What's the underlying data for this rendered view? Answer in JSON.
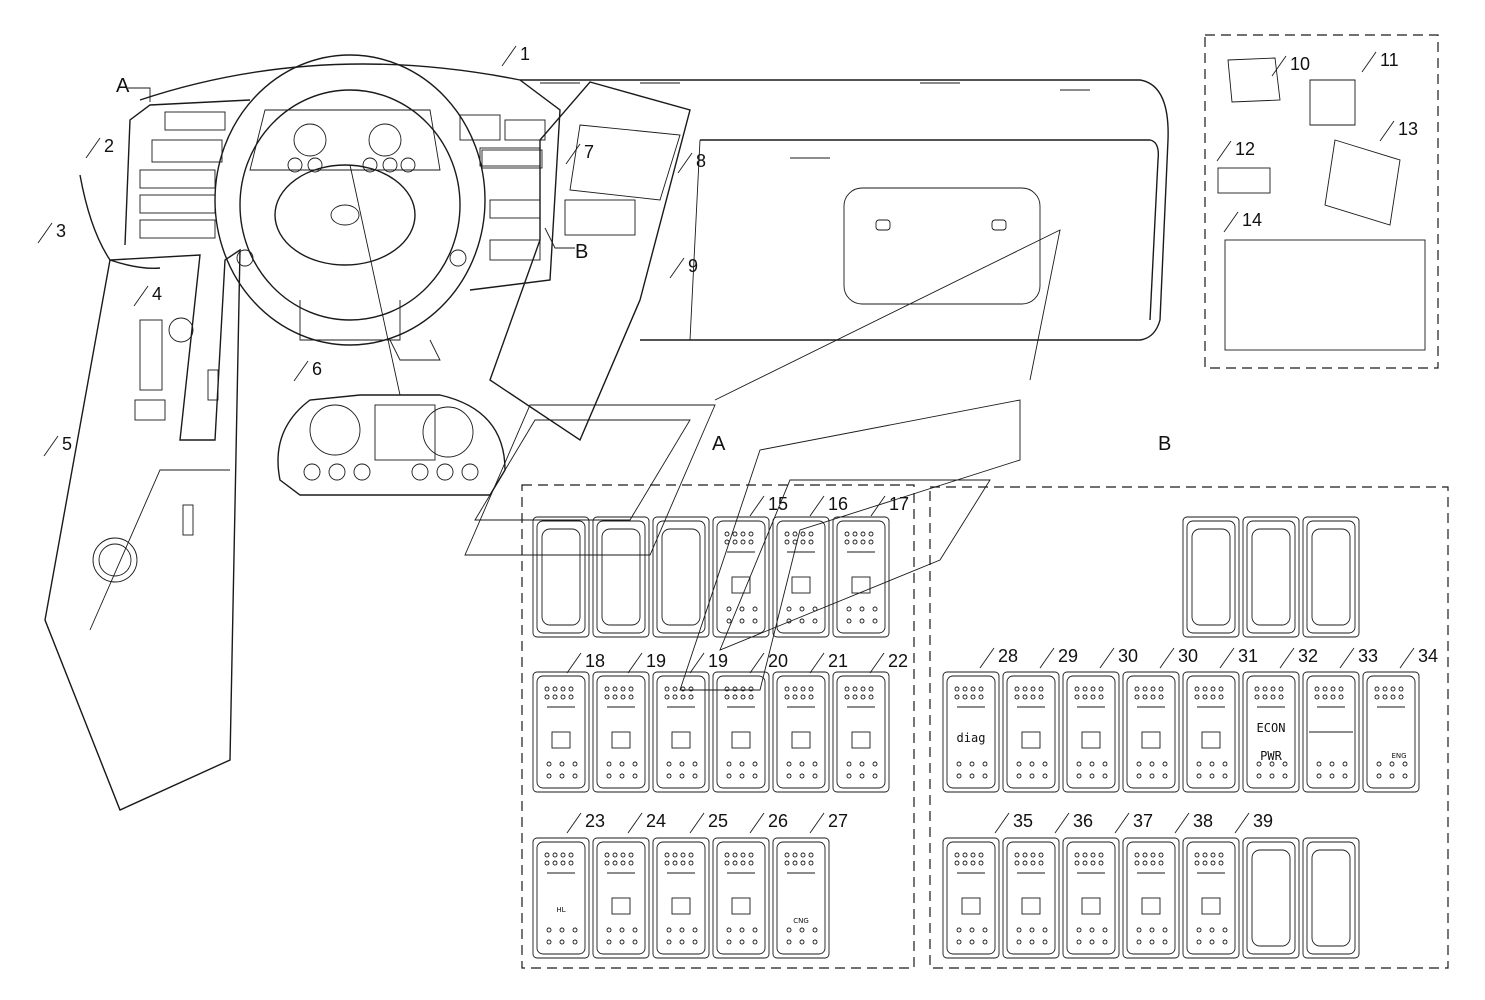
{
  "callouts": [
    "1",
    "2",
    "3",
    "4",
    "5",
    "6",
    "7",
    "8",
    "9",
    "10",
    "11",
    "12",
    "13",
    "14",
    "15",
    "16",
    "17",
    "18",
    "19",
    "19",
    "20",
    "21",
    "22",
    "23",
    "24",
    "25",
    "26",
    "27",
    "28",
    "29",
    "30",
    "30",
    "31",
    "32",
    "33",
    "34",
    "35",
    "36",
    "37",
    "38",
    "39"
  ],
  "sections": {
    "a_top": "A",
    "b_top": "B",
    "a_panel": "A",
    "b_panel": "B"
  },
  "switch_text": {
    "diag": "diag",
    "econ": "ECON",
    "pwr": "PWR",
    "cng": "CNG",
    "eng": "ENG",
    "hl": "H/L",
    "hl2": "HL"
  },
  "icons": [
    "wiper-icon",
    "washer-icon",
    "gauge-icon",
    "wheelchair-icon",
    "step-icon",
    "blank-icon",
    "hazard-fan-icon",
    "table-light-icon",
    "table-light-icon",
    "spray-icon",
    "grille-icon",
    "fan-icon",
    "hl-label-icon",
    "lamp-icon",
    "cabin-light-icon",
    "defrost-icon",
    "cng-icon",
    "diag-icon",
    "heater-seat-icon",
    "heater-seat-icon",
    "heater-seat-icon",
    "retarder-icon",
    "econ-pwr-icon",
    "sun-icon",
    "eng-icon",
    "door-open-icon",
    "door-close-icon",
    "warning-triangle-icon",
    "horn-icon",
    "mirror-heat-icon"
  ]
}
